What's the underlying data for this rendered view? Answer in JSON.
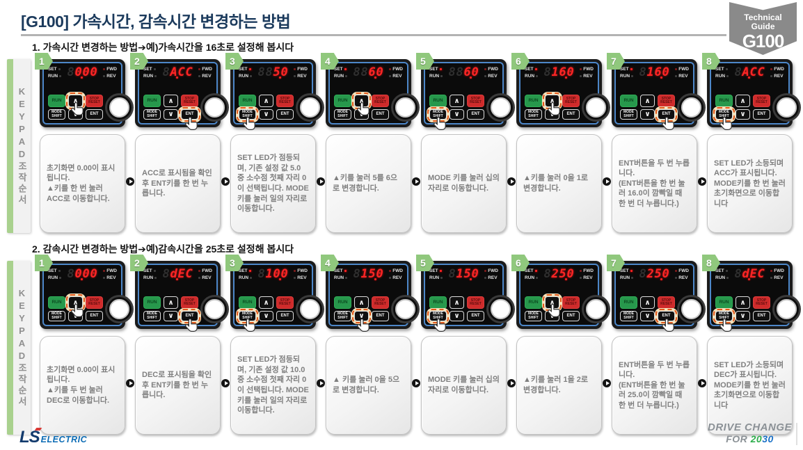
{
  "header": {
    "title": "[G100] 가속시간, 감속시간 변경하는 방법",
    "badge": {
      "line1": "Technical",
      "line2": "Guide",
      "model": "G100"
    }
  },
  "sidebar_label": "KEYPAD조작순서",
  "colors": {
    "accent_green": "#90c87d",
    "display_red": "#ff2525",
    "badge_gray": "#8a8a8a"
  },
  "keypad": {
    "leds": {
      "set": "SET",
      "run": "RUN",
      "fwd": "FWD",
      "rev": "REV"
    },
    "buttons": {
      "run": "RUN",
      "up": "∧",
      "stop": "STOP\nRESET",
      "mode": "MODE\nSHIFT",
      "down": "∨",
      "ent": "ENT"
    }
  },
  "sections": [
    {
      "heading": "1. 가속시간 변경하는 방법➔예)가속시간을 16초로 설정해 봅시다",
      "steps": [
        {
          "num": "1",
          "display": " 0.00",
          "set_led": false,
          "highlight": "up",
          "text": "초기화면 0.00이 표시됩니다.\n▲키를 한 번 눌러 ACC로 이동합니다."
        },
        {
          "num": "2",
          "display": " A.CC",
          "set_led": false,
          "highlight": "ent",
          "text": "ACC로 표시됨을 확인 후 ENT키를 한 번 누릅니다."
        },
        {
          "num": "3",
          "display": "  5.0",
          "set_led": true,
          "highlight": "mode",
          "text": "SET LED가 점등되며, 기존 설정 값 5.0 중 소수점 첫째 자리 0이 선택됩니다. MODE키를 눌러 일의 자리로 이동합니다."
        },
        {
          "num": "4",
          "display": "  6.0",
          "set_led": true,
          "highlight": "up",
          "text": "▲키를 눌러 5를 6으로 변경합니다."
        },
        {
          "num": "5",
          "display": "  6.0",
          "set_led": true,
          "highlight": "mode",
          "text": "MODE 키를 눌러 십의 자리로 이동합니다."
        },
        {
          "num": "6",
          "display": " 16.0",
          "set_led": true,
          "highlight": "up",
          "text": "▲키를 눌러 0을 1로 변경합니다."
        },
        {
          "num": "7",
          "display": " 16.0",
          "set_led": true,
          "highlight": "ent",
          "text": "ENT버튼을 두 번 누릅니다.\n(ENT버튼을 한 번 눌러 16.0이 깜빡일 때 한 번 더 누릅니다.)"
        },
        {
          "num": "8",
          "display": " A.CC",
          "set_led": false,
          "highlight": "mode",
          "text": "SET LED가 소등되며 ACC가 표시됩니다. MODE키를 한 번 눌러 초기화면으로 이동합니다"
        }
      ]
    },
    {
      "heading": "2. 감속시간 변경하는 방법➔예)감속시간을 25초로 설정해 봅시다",
      "steps": [
        {
          "num": "1",
          "display": " 0.00",
          "set_led": false,
          "highlight": "up",
          "text": "초기화면 0.00이 표시됩니다.\n▲키를 두 번 눌러 DEC로 이동합니다."
        },
        {
          "num": "2",
          "display": " d.EC",
          "set_led": false,
          "highlight": "ent",
          "text": "DEC로 표시됨을 확인 후 ENT키를 한 번 누릅니다."
        },
        {
          "num": "3",
          "display": " 10.0",
          "set_led": true,
          "highlight": "mode",
          "text": "SET LED가 점등되며, 기존 설정 값 10.0 중 소수점 첫째 자리 0이 선택됩니다. MODE키를 눌러 일의 자리로 이동합니다."
        },
        {
          "num": "4",
          "display": " 15.0",
          "set_led": true,
          "highlight": "down",
          "text": "▲ 키를 눌러 0을 5으로 변경합니다."
        },
        {
          "num": "5",
          "display": " 15.0",
          "set_led": true,
          "highlight": "mode",
          "text": "MODE 키를 눌러 십의 자리로 이동합니다."
        },
        {
          "num": "6",
          "display": " 25.0",
          "set_led": true,
          "highlight": "up",
          "text": "▲키를 눌러 1을 2로 변경합니다."
        },
        {
          "num": "7",
          "display": " 25.0",
          "set_led": true,
          "highlight": "ent",
          "text": "ENT버튼을 두 번 누릅니다.\n(ENT버튼을 한 번 눌러 25.0이 깜빡일 때 한 번 더 누릅니다.)"
        },
        {
          "num": "8",
          "display": " d.EC",
          "set_led": false,
          "highlight": "mode",
          "text": "SET LED가 소등되며 DEC가 표시됩니다. MODE키를 한 번 눌러 초기화면으로 이동합니다"
        }
      ]
    }
  ],
  "footer": {
    "brand": "LS",
    "brand_sub": "ELECTRIC",
    "slogan_line1": "DRIVE CHANGE",
    "slogan_for": "FOR",
    "slogan_year_1": "20",
    "slogan_year_2": "30"
  }
}
